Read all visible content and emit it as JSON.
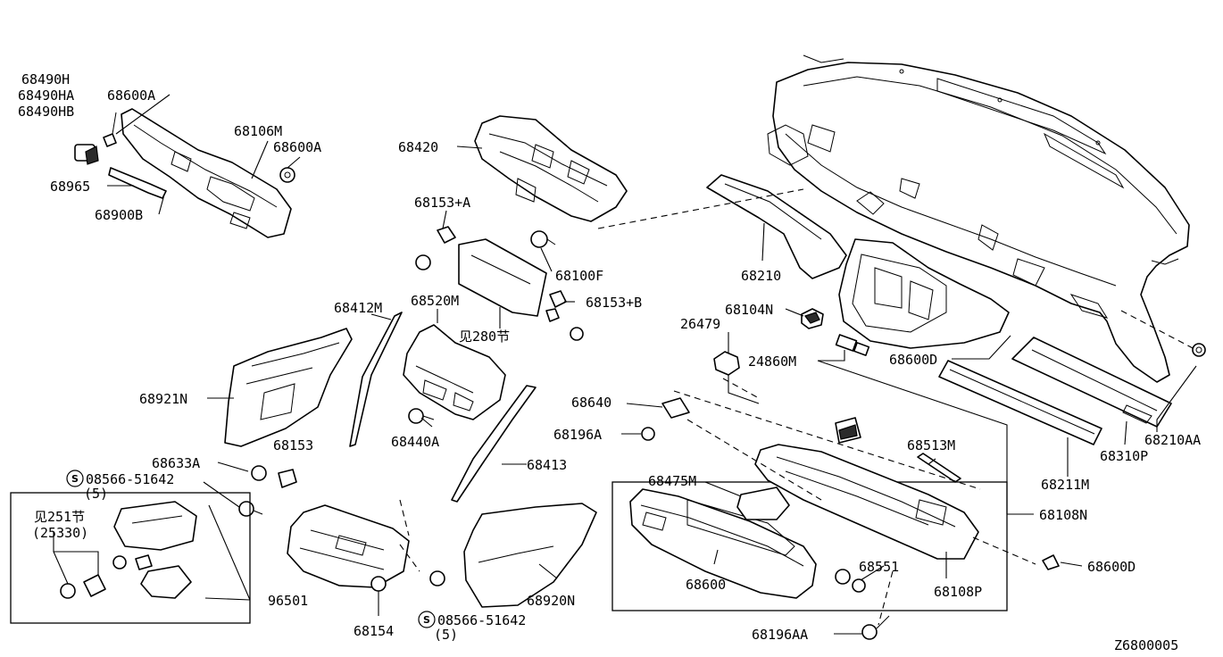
{
  "diagram": {
    "drawing_code": "Z6800005",
    "labels": {
      "p68490h": "68490H",
      "p68490ha": "68490HA",
      "p68490hb": "68490HB",
      "p68600a_left": "68600A",
      "p68106m": "68106M",
      "p68600a_right": "68600A",
      "p68965": "68965",
      "p68900b": "68900B",
      "p68420": "68420",
      "p68153a": "68153+A",
      "p68100f": "68100F",
      "p68520m": "68520M",
      "p68153b": "68153+B",
      "ref280": "见280节",
      "p68412m": "68412M",
      "p68921n": "68921N",
      "p68153": "68153",
      "p68440a": "68440A",
      "p68633a": "68633A",
      "p08566_top": "08566-51642",
      "qty_top": "(5)",
      "ref251": "见251节",
      "ref251_code": "(25330)",
      "p96501": "96501",
      "p68154": "68154",
      "p08566_bottom": "08566-51642",
      "qty_bottom": "(5)",
      "p68413": "68413",
      "p68920n": "68920N",
      "p68640": "68640",
      "p68196a": "68196A",
      "p68475m": "68475M",
      "p68600": "68600",
      "p68551": "68551",
      "p68196aa": "68196AA",
      "p68513m": "68513M",
      "p68108n": "68108N",
      "p68108p": "68108P",
      "p68600d_right": "68600D",
      "p68211m": "68211M",
      "p68310p": "68310P",
      "p68210aa": "68210AA",
      "p68600d_upper": "68600D",
      "p24860m": "24860M",
      "p26479": "26479",
      "p68104n": "68104N",
      "p68210": "68210",
      "screw_symbol": "S"
    }
  }
}
